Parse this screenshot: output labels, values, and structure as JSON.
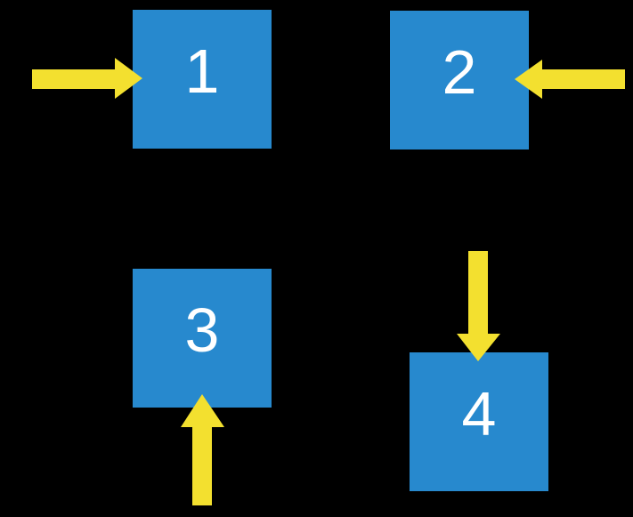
{
  "diagram": {
    "colors": {
      "background": "#000000",
      "box": "#2789CE",
      "arrow": "#F3E02F",
      "label": "#FFFFFF"
    },
    "boxes": [
      {
        "label": "1",
        "arrow_direction": "right",
        "arrow_enters_from": "left"
      },
      {
        "label": "2",
        "arrow_direction": "left",
        "arrow_enters_from": "right"
      },
      {
        "label": "3",
        "arrow_direction": "up",
        "arrow_enters_from": "bottom"
      },
      {
        "label": "4",
        "arrow_direction": "down",
        "arrow_enters_from": "top"
      }
    ]
  }
}
